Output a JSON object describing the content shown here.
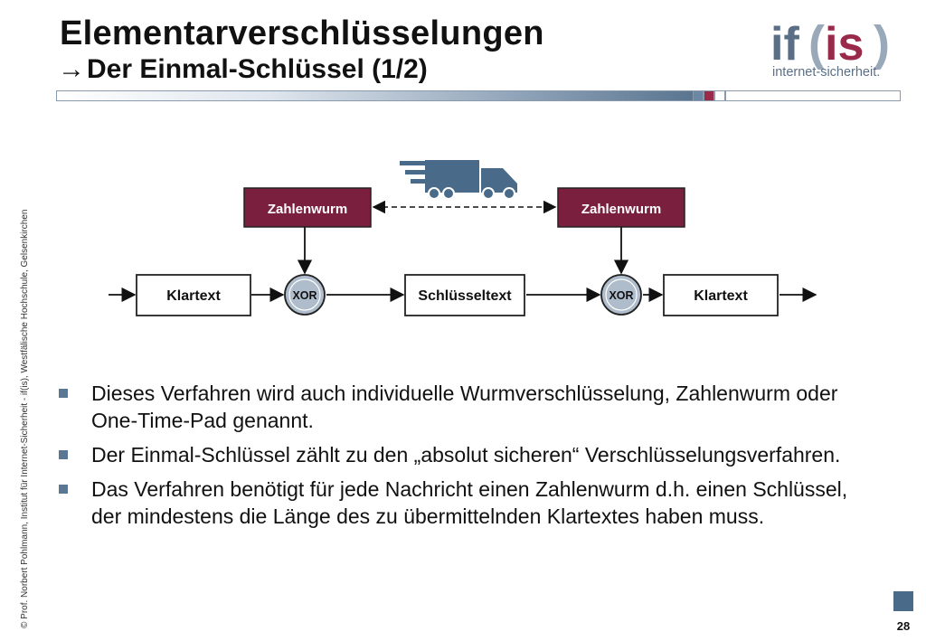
{
  "slide": {
    "title_line1": "Elementarverschlüsselungen",
    "title_line2_arrow": "→",
    "title_line2": "Der Einmal-Schlüssel (1/2)"
  },
  "logo": {
    "mark": "if(is)",
    "tagline": "internet-sicherheit."
  },
  "sidebar_credit": "© Prof.  Norbert Pohlmann, Institut für Internet-Sicherheit - if(is), Westfälische Hochschule, Gelsenkirchen",
  "diagram": {
    "key_left": "Zahlenwurm",
    "key_right": "Zahlenwurm",
    "plaintext_left": "Klartext",
    "xor_left": "XOR",
    "ciphertext": "Schlüsseltext",
    "xor_right": "XOR",
    "plaintext_right": "Klartext",
    "transport_icon": "delivery-truck-icon"
  },
  "bullets": [
    "Dieses Verfahren wird auch individuelle Wurmverschlüsselung, Zahlenwurm  oder One-Time-Pad genannt.",
    "Der Einmal-Schlüssel zählt zu den „absolut sicheren“ Verschlüsselungsverfahren.",
    "Das Verfahren benötigt für jede Nachricht einen Zahlenwurm d.h. einen Schlüssel, der mindestens die Länge des zu übermittelnden Klartextes haben muss."
  ],
  "page_number": "28",
  "colors": {
    "key_box": "#7b1f3e",
    "accent_blue": "#4a6a8a",
    "logo_red": "#9a2a4a",
    "logo_blue": "#5a6f86"
  }
}
